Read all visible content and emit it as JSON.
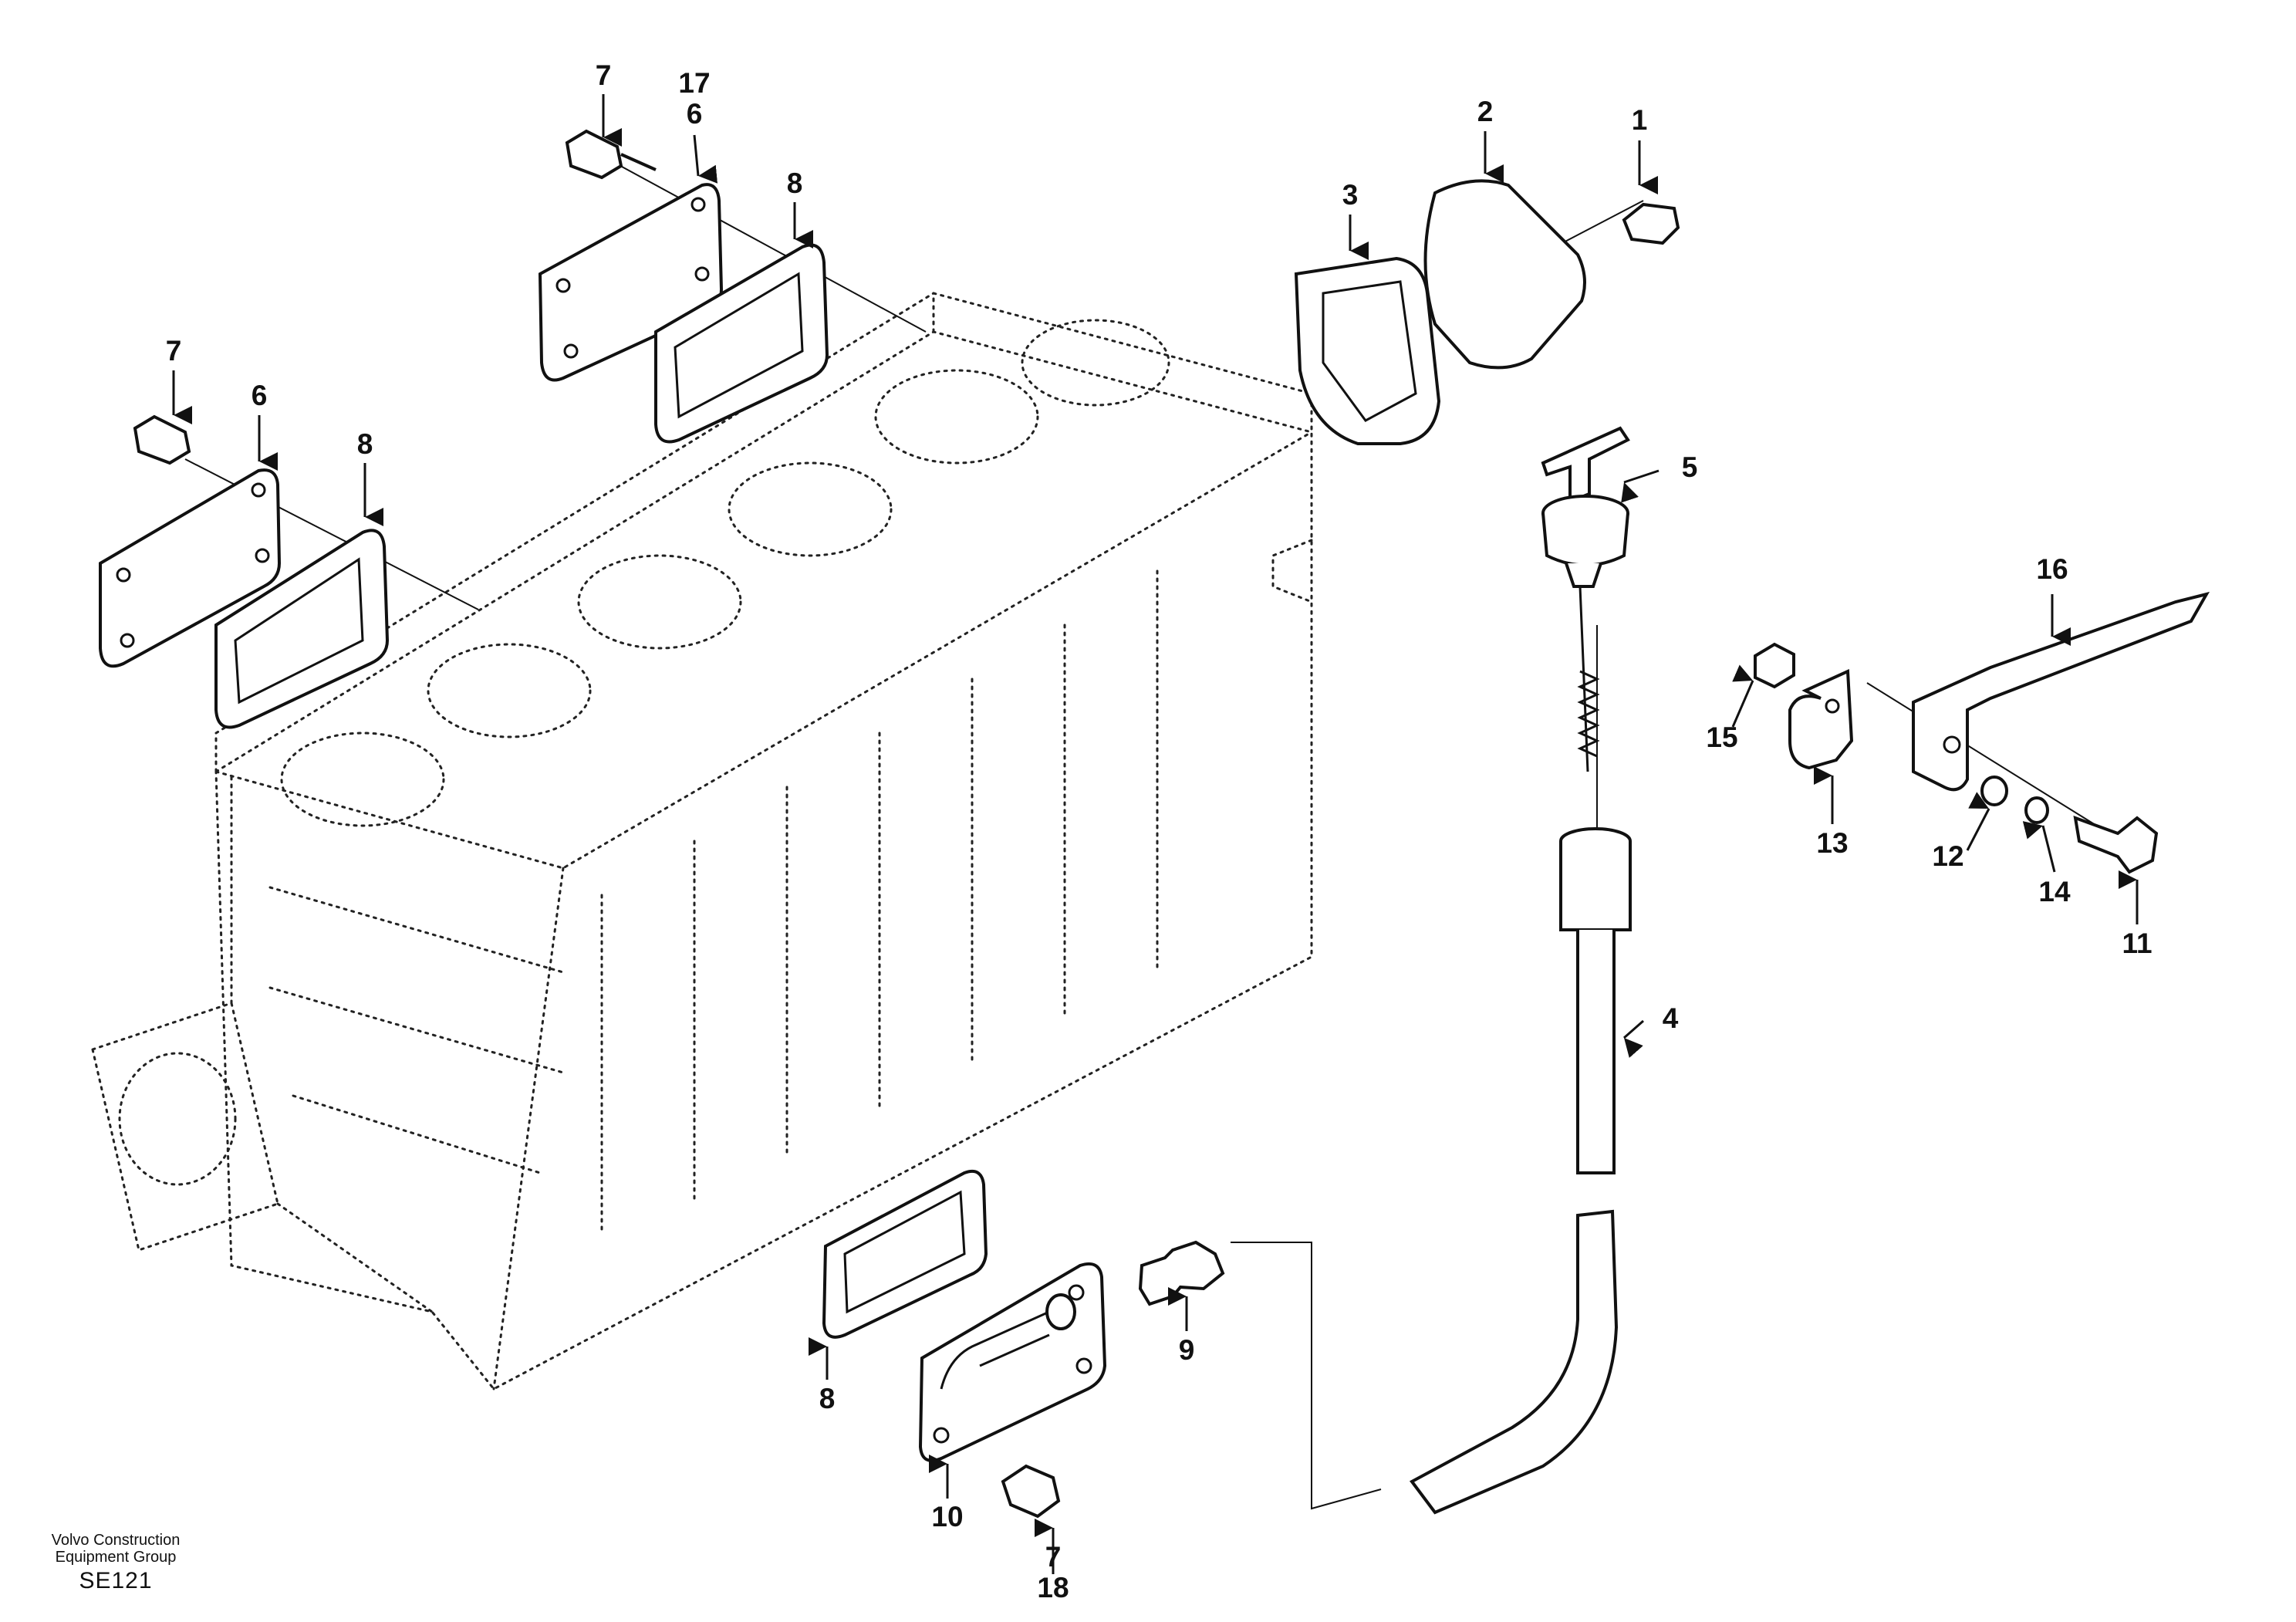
{
  "callouts": {
    "c1": "1",
    "c2": "2",
    "c3": "3",
    "c4": "4",
    "c5": "5",
    "c6a": "6",
    "c6b": "6",
    "c7a": "7",
    "c7b": "7",
    "c7c": "7",
    "c8a": "8",
    "c8b": "8",
    "c8c": "8",
    "c9": "9",
    "c10": "10",
    "c11": "11",
    "c12": "12",
    "c13": "13",
    "c14": "14",
    "c15": "15",
    "c16": "16",
    "c17": "17",
    "c18": "18"
  },
  "footer": {
    "line1": "Volvo Construction",
    "line2": "Equipment Group",
    "code": "SE121"
  }
}
